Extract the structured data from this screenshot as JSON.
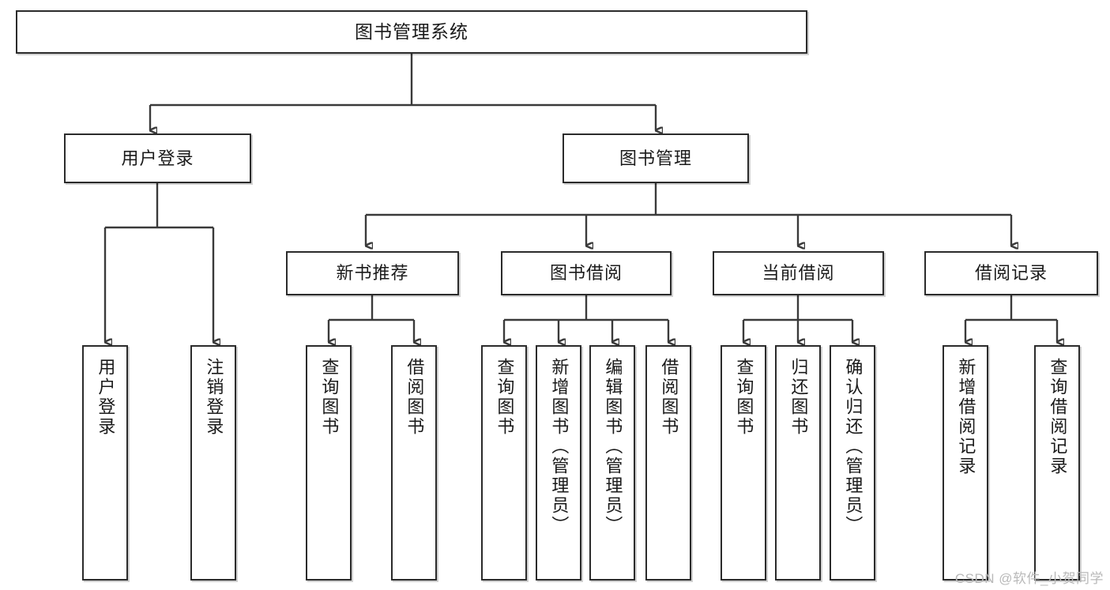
{
  "diagram": {
    "title": "图书管理系统",
    "type": "hierarchy-tree",
    "watermark": "CSDN @软件_小贺同学",
    "colors": {
      "box_border": "#2b2b2b",
      "box_fill": "#ffffff",
      "connector": "#3a3a3a",
      "text": "#1a1a1a",
      "watermark": "#b9b9b9",
      "background": "#ffffff"
    },
    "levels": {
      "root": {
        "label": "图书管理系统"
      },
      "level2": [
        {
          "id": "user-login",
          "label": "用户登录"
        },
        {
          "id": "book-manage",
          "label": "图书管理"
        }
      ],
      "level3": [
        {
          "id": "new-book-recommend",
          "label": "新书推荐"
        },
        {
          "id": "book-borrow",
          "label": "图书借阅"
        },
        {
          "id": "current-borrow",
          "label": "当前借阅"
        },
        {
          "id": "borrow-record",
          "label": "借阅记录"
        }
      ],
      "leaves": {
        "user-login": [
          {
            "id": "leaf-user-login",
            "label": "用户登录"
          },
          {
            "id": "leaf-logout-login",
            "label": "注销登录"
          }
        ],
        "new-book-recommend": [
          {
            "id": "leaf-query-book-1",
            "label": "查询图书"
          },
          {
            "id": "leaf-borrow-book-1",
            "label": "借阅图书"
          }
        ],
        "book-borrow": [
          {
            "id": "leaf-query-book-2",
            "label": "查询图书"
          },
          {
            "id": "leaf-add-book",
            "label": "新增图书（管理员）"
          },
          {
            "id": "leaf-edit-book",
            "label": "编辑图书（管理员）"
          },
          {
            "id": "leaf-borrow-book-2",
            "label": "借阅图书"
          }
        ],
        "current-borrow": [
          {
            "id": "leaf-query-book-3",
            "label": "查询图书"
          },
          {
            "id": "leaf-return-book",
            "label": "归还图书"
          },
          {
            "id": "leaf-confirm-return",
            "label": "确认归还（管理员）"
          }
        ],
        "borrow-record": [
          {
            "id": "leaf-add-record",
            "label": "新增借阅记录"
          },
          {
            "id": "leaf-query-record",
            "label": "查询借阅记录"
          }
        ]
      }
    }
  }
}
